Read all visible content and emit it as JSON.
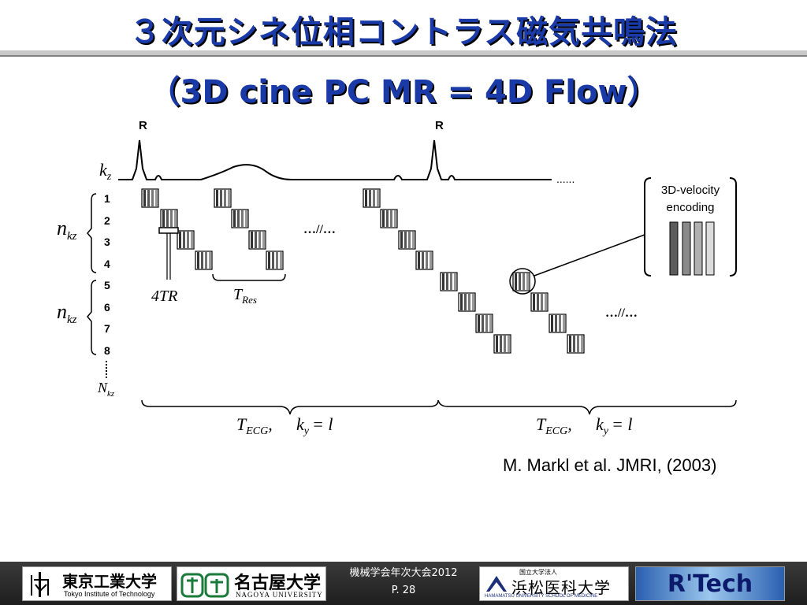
{
  "slide": {
    "title_line1": "３次元シネ位相コントラス磁気共鳴法",
    "title_line2": "（3D cine PC MR = 4D Flow）",
    "citation": "M. Markl et al. JMRI, (2003)"
  },
  "diagram": {
    "ecg_peak_label": "R",
    "kz_label_main": "k",
    "kz_label_sub": "z",
    "dots_right": "......",
    "rows": [
      "1",
      "2",
      "3",
      "4",
      "5",
      "6",
      "7",
      "8"
    ],
    "nkz_main": "n",
    "nkz_sub": "kz",
    "Nkz_main": "N",
    "Nkz_sub": "kz",
    "tr_label": "4TR",
    "tres_main": "T",
    "tres_sub": "Res",
    "ellipsis_1": "…//…",
    "ellipsis_2": "…//…",
    "tecg_main": "T",
    "tecg_sub": "ECG",
    "ky_main": "k",
    "ky_sub": "y",
    "ky_eq": "= l",
    "encoding_label_1": "3D-velocity",
    "encoding_label_2": "encoding",
    "colors": {
      "title": "#1a3aa8",
      "footer": "#2a2a2a"
    }
  },
  "footer": {
    "tokyo_kanji": "東京工業大学",
    "tokyo_en": "Tokyo Institute of Technology",
    "nagoya_kanji": "名古屋大学",
    "nagoya_en": "NAGOYA UNIVERSITY",
    "conference": "機械学会年次大会2012",
    "page": "P. 28",
    "hamamatsu_small": "国立大学法人",
    "hamamatsu_kanji": "浜松医科大学",
    "hamamatsu_en": "HAMAMATSU UNIVERSITY SCHOOL OF MEDICINE",
    "rtech": "R'Tech"
  }
}
